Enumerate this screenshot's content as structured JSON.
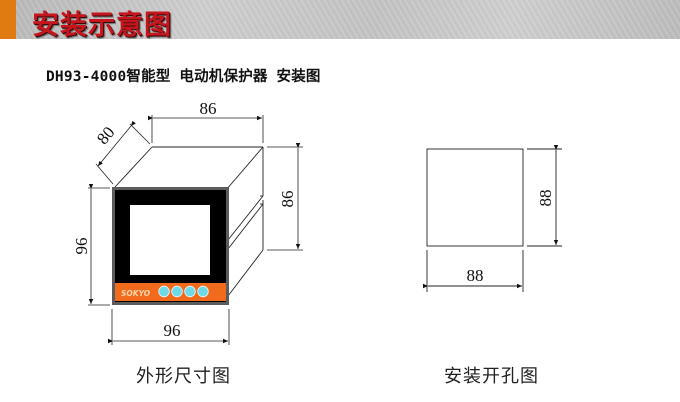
{
  "banner": {
    "title": "安装示意图",
    "accent_color": "#e07b12",
    "title_color": "#c4161c"
  },
  "subtitle": "DH93-4000智能型 电动机保护器 安装图",
  "outline_drawing": {
    "caption": "外形尺寸图",
    "dimensions": {
      "depth": "80",
      "top_width": "86",
      "side_height": "86",
      "front_height": "96",
      "front_width": "96"
    },
    "panel": {
      "brand": "SOKYO",
      "strip_color": "#f26a1b",
      "button_color": "#6fd9e8",
      "button_count": 4
    }
  },
  "cutout_drawing": {
    "caption": "安装开孔图",
    "dimensions": {
      "width": "88",
      "height": "88"
    }
  }
}
